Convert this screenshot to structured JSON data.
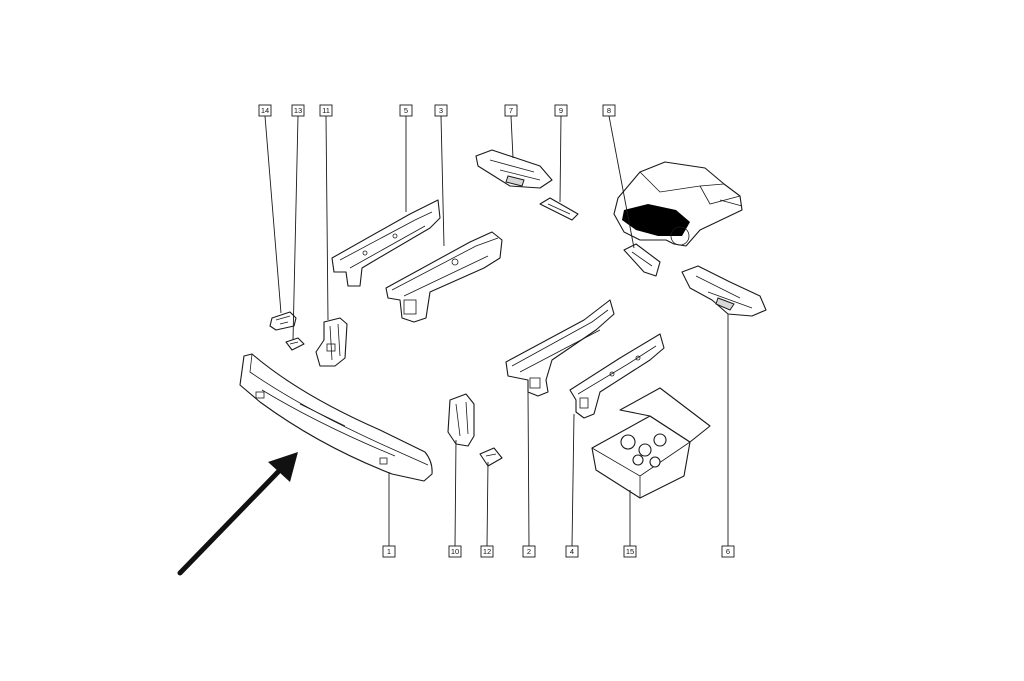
{
  "callouts": {
    "c1": "1",
    "c2": "2",
    "c3": "3",
    "c4": "4",
    "c5": "5",
    "c6": "6",
    "c7": "7",
    "c8": "8",
    "c9": "9",
    "c10": "10",
    "c11": "11",
    "c12": "12",
    "c13": "13",
    "c14": "14",
    "c15": "15"
  },
  "icons": {
    "arrow": "pointer-arrow-icon",
    "car": "car-location-icon"
  },
  "colors": {
    "line": "#1a1a1a",
    "highlight": "#000000"
  }
}
